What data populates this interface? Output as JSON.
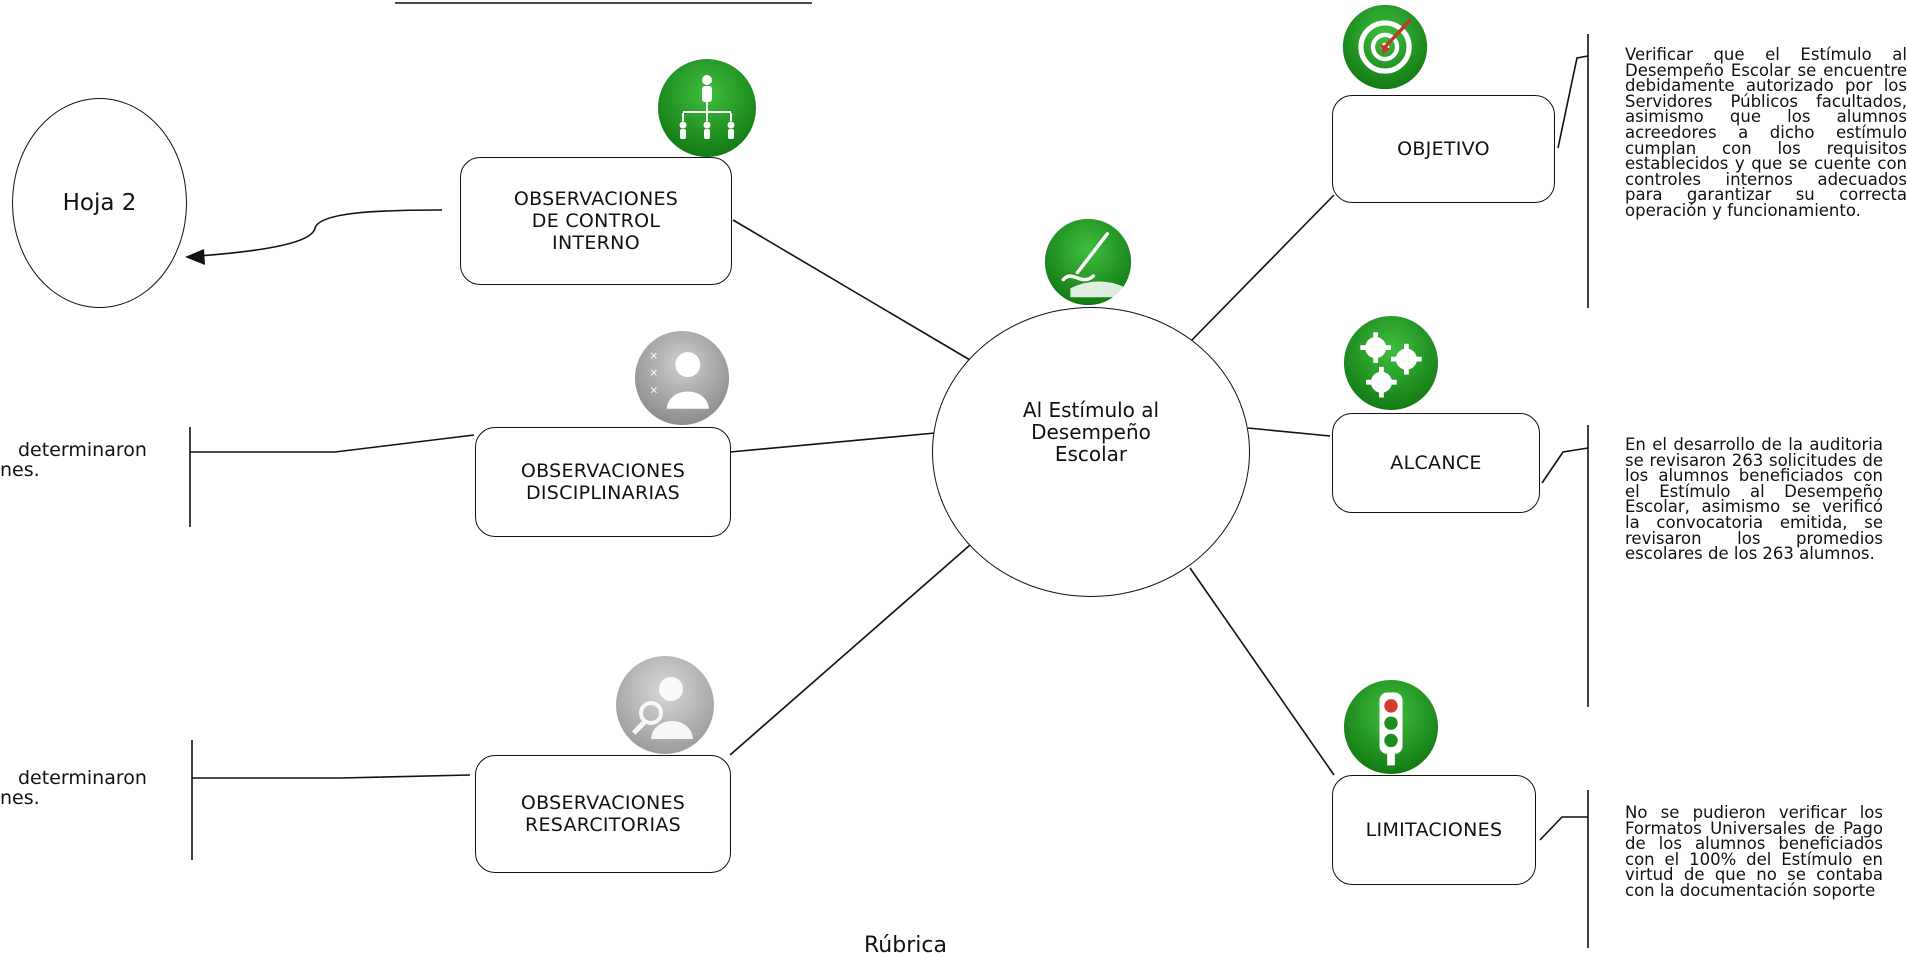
{
  "center": {
    "label": "Al Estímulo al\nDesempeño\nEscolar"
  },
  "hoja": {
    "label": "Hoja 2"
  },
  "left_nodes": [
    {
      "label": "OBSERVACIONES\nDE CONTROL\nINTERNO",
      "icon": "org-chart-icon"
    },
    {
      "label": "OBSERVACIONES\nDISCIPLINARIAS",
      "icon": "person-checklist-icon"
    },
    {
      "label": "OBSERVACIONES\nRESARCITORIAS",
      "icon": "magnifier-person-icon"
    }
  ],
  "right_nodes": [
    {
      "label": "OBJETIVO",
      "icon": "target-icon"
    },
    {
      "label": "ALCANCE",
      "icon": "gears-icon"
    },
    {
      "label": "LIMITACIONES",
      "icon": "traffic-light-icon"
    }
  ],
  "center_icon": "hand-writing-icon",
  "notes": {
    "objetivo": "Verificar que el Estímulo al Desempeño Escolar se encuentre debidamente autorizado por los Servidores Públicos facultados, asimismo que los alumnos acreedores a dicho estímulo cumplan con los requisitos establecidos y que se cuente con controles internos adecuados para garantizar su correcta operación y funcionamiento.",
    "alcance": "En el desarrollo de la auditoria se revisaron 263 solicitudes de los alumnos beneficiados con el Estímulo al Desempeño Escolar, asimismo se verificó la convocatoria emitida, se revisaron los promedios escolares de los 263 alumnos.",
    "limitaciones": "No se pudieron verificar los Formatos Universales de Pago de los alumnos beneficiados con el 100% del Estímulo en virtud de que no se contaba con la documentación soporte"
  },
  "cut_text": {
    "disciplinarias": "determinaron\nnes.",
    "resarcitorias": "determinaron\nnes."
  },
  "footer": "Rúbrica",
  "colors": {
    "green": "#1e8f1e",
    "gray": "#a8a8a8"
  }
}
